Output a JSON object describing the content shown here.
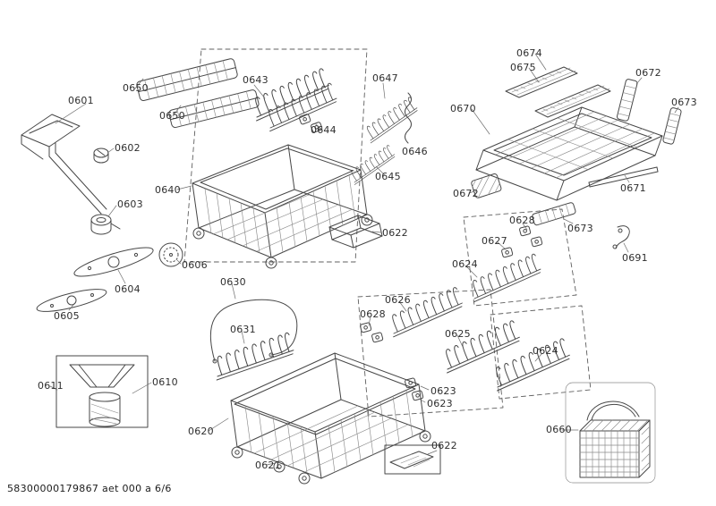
{
  "page": {
    "footer": "58300000179867 aet 000 a 6/6"
  },
  "colors": {
    "line": "#474747",
    "label_text": "#2e2e2e",
    "background": "#ffffff"
  },
  "labels": [
    {
      "text": "0601"
    },
    {
      "text": "0650"
    },
    {
      "text": "0650"
    },
    {
      "text": "0602"
    },
    {
      "text": "0603"
    },
    {
      "text": "0606"
    },
    {
      "text": "0604"
    },
    {
      "text": "0605"
    },
    {
      "text": "0611"
    },
    {
      "text": "0610"
    },
    {
      "text": "0640"
    },
    {
      "text": "0643"
    },
    {
      "text": "0644"
    },
    {
      "text": "0647"
    },
    {
      "text": "0646"
    },
    {
      "text": "0645"
    },
    {
      "text": "0622"
    },
    {
      "text": "0630"
    },
    {
      "text": "0631"
    },
    {
      "text": "0620"
    },
    {
      "text": "0621"
    },
    {
      "text": "0622"
    },
    {
      "text": "0670"
    },
    {
      "text": "0674"
    },
    {
      "text": "0675"
    },
    {
      "text": "0672"
    },
    {
      "text": "0673"
    },
    {
      "text": "0671"
    },
    {
      "text": "0672"
    },
    {
      "text": "0673"
    },
    {
      "text": "0691"
    },
    {
      "text": "0628"
    },
    {
      "text": "0627"
    },
    {
      "text": "0624"
    },
    {
      "text": "0626"
    },
    {
      "text": "0628"
    },
    {
      "text": "0625"
    },
    {
      "text": "0624"
    },
    {
      "text": "0623"
    },
    {
      "text": "0623"
    },
    {
      "text": "0660"
    }
  ]
}
